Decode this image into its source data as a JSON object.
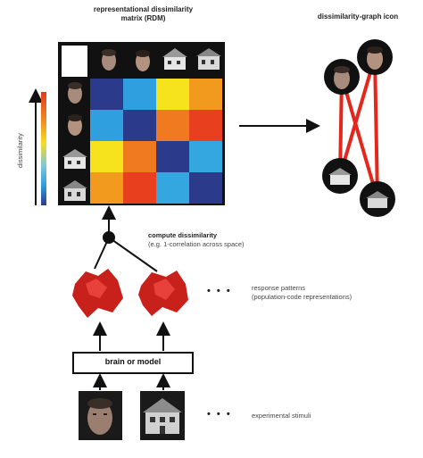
{
  "rdm_title_line1": "representational dissimilarity",
  "rdm_title_line2": "matrix (RDM)",
  "graph_title": "dissimilarity-graph icon",
  "colorbar_label": "dissimilarity",
  "compute_title": "compute dissimilarity",
  "compute_subtitle": "(e.g. 1-correlation across space)",
  "response_line1": "response patterns",
  "response_line2": "(population-code representations)",
  "brain_box_label": "brain or model",
  "stimuli_label": "experimental stimuli",
  "ellipsis": "• • •",
  "rdm": {
    "stimuli": [
      "face-1",
      "face-2",
      "house-1",
      "house-2"
    ],
    "cells": [
      [
        "#2c3a8c",
        "#2f9fe0",
        "#f7e21e",
        "#f29a1d"
      ],
      [
        "#2f9fe0",
        "#2c3a8c",
        "#f07a1f",
        "#e8401e"
      ],
      [
        "#f7e21e",
        "#f07a1f",
        "#2c3a8c",
        "#34a6e0"
      ],
      [
        "#f29a1d",
        "#e8401e",
        "#34a6e0",
        "#2c3a8c"
      ]
    ]
  },
  "colorbar": [
    "#e23a1e",
    "#f08b1e",
    "#f6dc22",
    "#7fc7d8",
    "#2f9fe0",
    "#2c3a8c"
  ],
  "graph_edge_color": "#e4271c"
}
